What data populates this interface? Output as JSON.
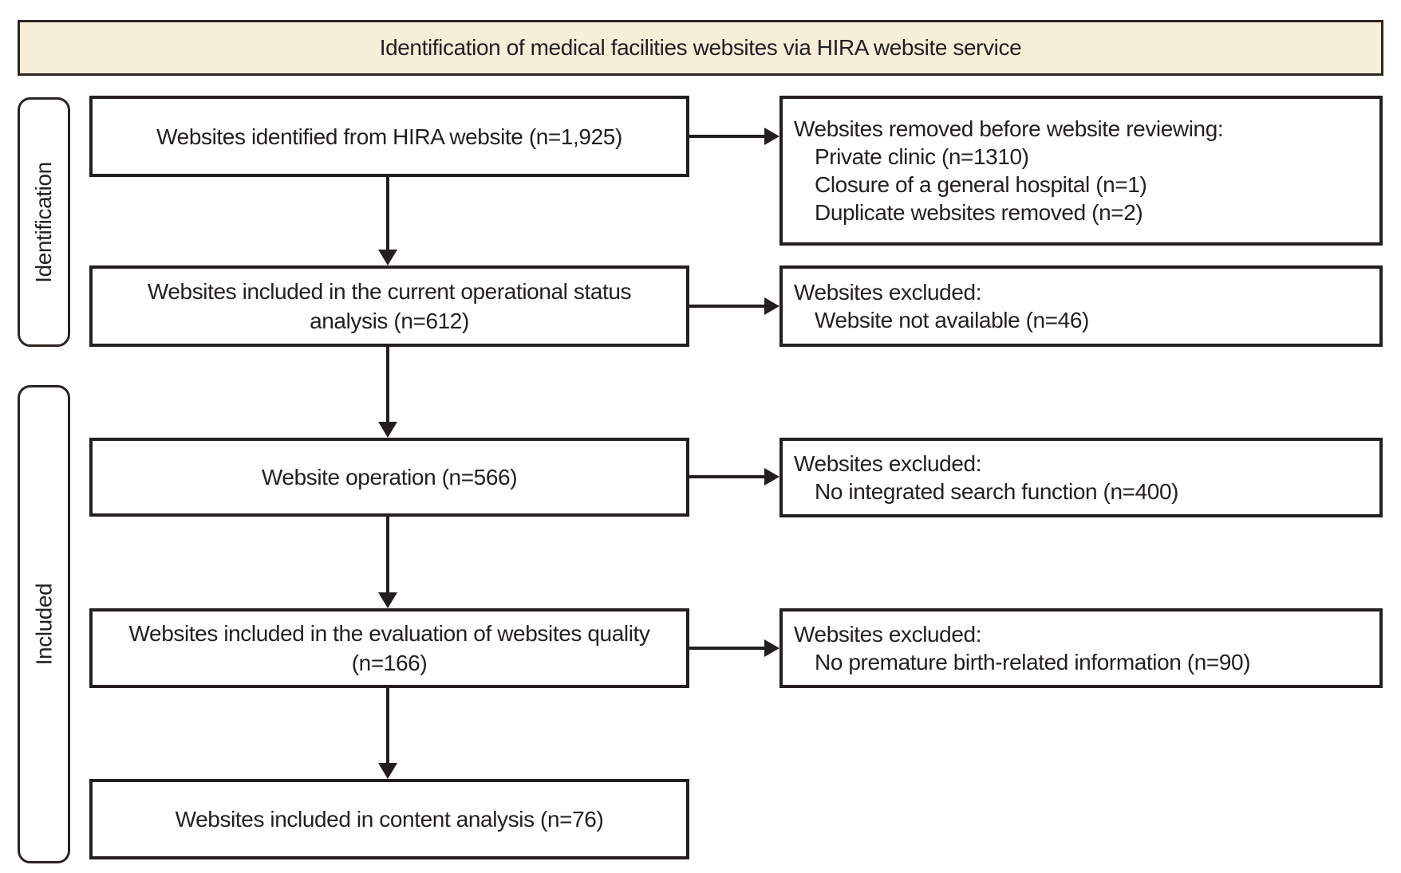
{
  "banner": {
    "title": "Identification of medical facilities websites via HIRA website service"
  },
  "stage_labels": [
    {
      "label": "Identification"
    },
    {
      "label": "Included"
    }
  ],
  "flow_boxes": [
    {
      "lines": [
        "Websites identified from HIRA website (n=1,925)"
      ]
    },
    {
      "lines": [
        "Websites included in the current operational status",
        "analysis (n=612)"
      ]
    },
    {
      "lines": [
        "Website operation (n=566)"
      ]
    },
    {
      "lines": [
        "Websites included in the evaluation of websites quality",
        "(n=166)"
      ]
    },
    {
      "lines": [
        "Websites included in content analysis (n=76)"
      ]
    }
  ],
  "exclusion_boxes": [
    {
      "header": "Websites removed before website reviewing:",
      "items": [
        "Private clinic (n=1310)",
        "Closure of a general hospital (n=1)",
        "Duplicate websites removed (n=2)"
      ]
    },
    {
      "header": "Websites excluded:",
      "items": [
        "Website not available (n=46)"
      ]
    },
    {
      "header": "Websites excluded:",
      "items": [
        "No integrated search function (n=400)"
      ]
    },
    {
      "header": "Websites excluded:",
      "items": [
        "No premature birth-related information (n=90)"
      ]
    }
  ],
  "colors": {
    "banner_fill": "#f6eed9",
    "border": "#231f20",
    "text": "#231f20"
  }
}
